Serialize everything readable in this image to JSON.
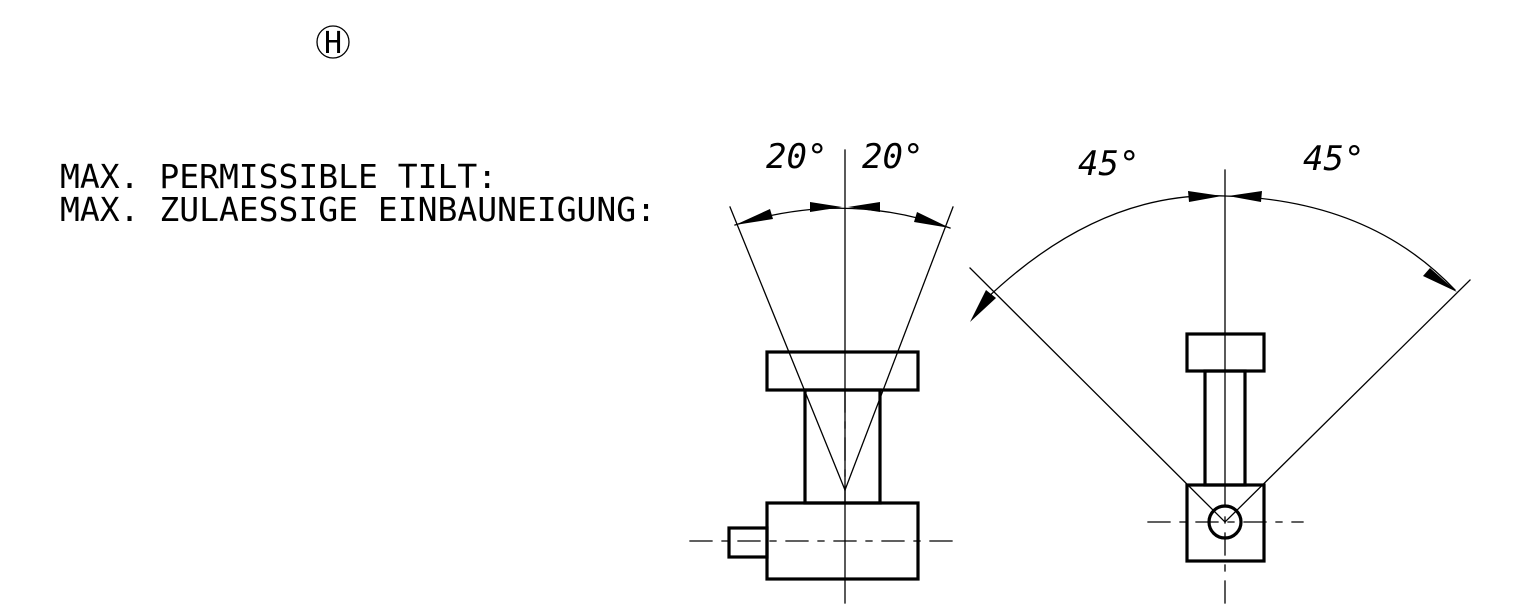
{
  "marker": {
    "letter": "H"
  },
  "tilt_labels": {
    "english": "MAX. PERMISSIBLE TILT:",
    "german": "MAX. ZULAESSIGE EINBAUNEIGUNG:"
  },
  "side_view": {
    "left_angle": "20°",
    "right_angle": "20°"
  },
  "end_view": {
    "left_angle": "45°",
    "right_angle": "45°"
  }
}
